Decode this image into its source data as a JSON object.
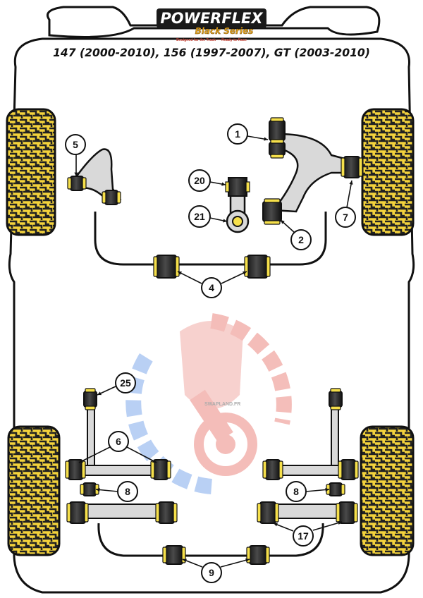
{
  "header": {
    "brand": "POWERFLEX",
    "series": "Black Series",
    "tagline": "Designed for the Track — Ready to Race",
    "title": "147 (2000-2010), 156 (1997-2007), GT (2003-2010)"
  },
  "watermark": {
    "text": "SWAPLAND.FR"
  },
  "callouts": [
    {
      "label": "1"
    },
    {
      "label": "2"
    },
    {
      "label": "4"
    },
    {
      "label": "5"
    },
    {
      "label": "7"
    },
    {
      "label": "20"
    },
    {
      "label": "21"
    },
    {
      "label": "25"
    },
    {
      "label": "6"
    },
    {
      "label": "8"
    },
    {
      "label": "8"
    },
    {
      "label": "17"
    },
    {
      "label": "9"
    }
  ],
  "colors": {
    "tyre_fill": "#f3d23c",
    "tyre_tread": "#222222",
    "bush_yellow": "#f6e04b",
    "bush_dark": "#1a1a1a",
    "arm_grey": "#d9d9d9",
    "outline": "#111111",
    "watermark_red": "#e0443a",
    "watermark_blue": "#3a7be0"
  }
}
